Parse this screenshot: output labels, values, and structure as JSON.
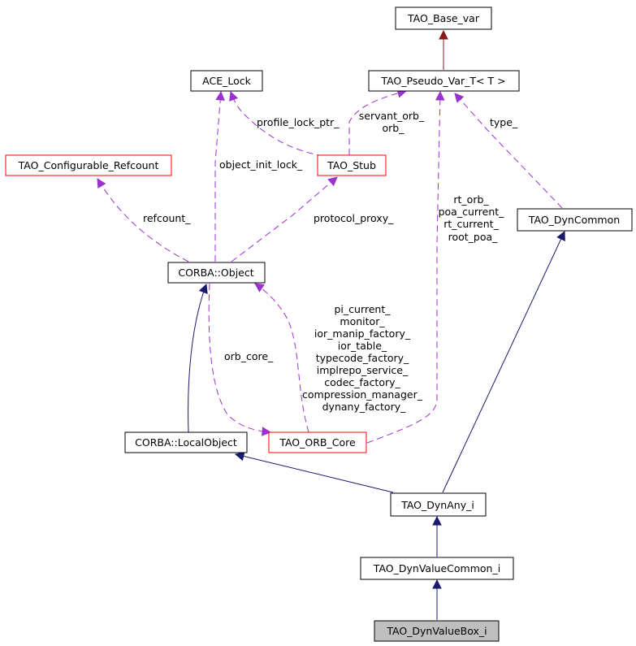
{
  "colors": {
    "inheritance": "#191970",
    "usage": "#9a32cd",
    "template_instance": "#8b1a1a",
    "node_border_normal": "#000000",
    "node_border_truncated": "#ff0000",
    "node_fill_focus": "#bfbfbf",
    "node_fill": "#ffffff"
  },
  "nodes": {
    "tao_base_var": "TAO_Base_var",
    "tao_pseudo_var_t": "TAO_Pseudo_Var_T< T >",
    "ace_lock": "ACE_Lock",
    "tao_configurable_refcount": "TAO_Configurable_Refcount",
    "tao_stub": "TAO_Stub",
    "tao_dyncommon": "TAO_DynCommon",
    "corba_object": "CORBA::Object",
    "corba_localobject": "CORBA::LocalObject",
    "tao_orb_core": "TAO_ORB_Core",
    "tao_dynany_i": "TAO_DynAny_i",
    "tao_dynvaluecommon_i": "TAO_DynValueCommon_i",
    "tao_dynvaluebox_i": "TAO_DynValueBox_i"
  },
  "edge_labels": {
    "profile_lock_ptr": [
      "profile_lock_ptr_"
    ],
    "servant_orb": [
      "servant_orb_",
      "orb_"
    ],
    "type": [
      "type_"
    ],
    "object_init_lock": [
      "object_init_lock_"
    ],
    "refcount": [
      "refcount_"
    ],
    "protocol_proxy": [
      "protocol_proxy_"
    ],
    "rt_orb": [
      "rt_orb_",
      "poa_current_",
      "rt_current_",
      "root_poa_"
    ],
    "orb_core": [
      "orb_core_"
    ],
    "orb_core_members": [
      "pi_current_",
      "monitor_",
      "ior_manip_factory_",
      "ior_table_",
      "typecode_factory_",
      "implrepo_service_",
      "codec_factory_",
      "compression_manager_",
      "dynany_factory_"
    ]
  }
}
